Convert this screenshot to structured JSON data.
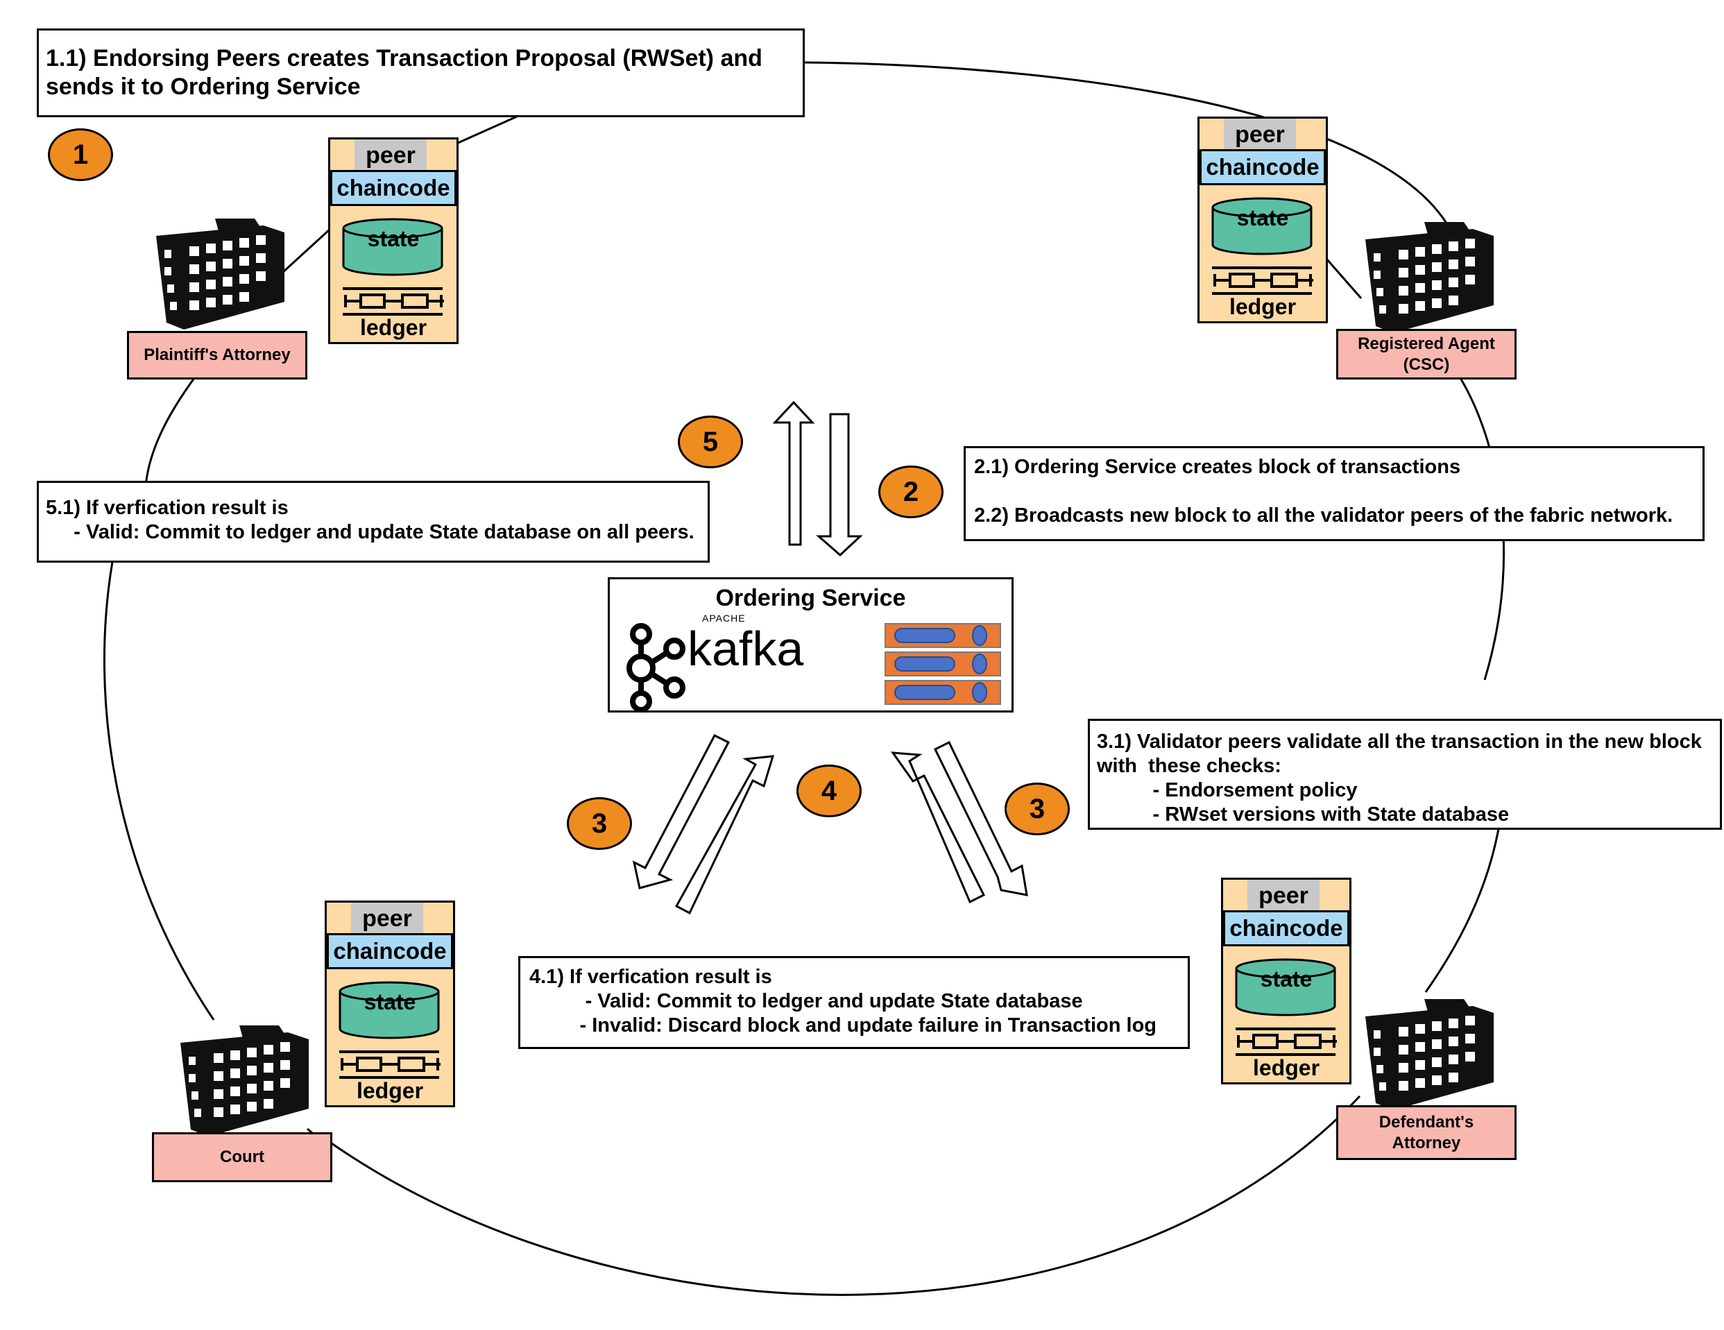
{
  "colors": {
    "badge": "#ef8c20",
    "entity_label_bg": "#f8b8b0",
    "peer_bg": "#fddaa6",
    "chaincode_bg": "#a9d9f5",
    "state_db": "#5bbfa4",
    "peer_tag_bg": "#c8c8c8",
    "server_rack": "#ea7a36",
    "server_drive": "#4a72c8"
  },
  "steps": [
    {
      "number": "1"
    },
    {
      "number": "2"
    },
    {
      "number": "3"
    },
    {
      "number": "3"
    },
    {
      "number": "4"
    },
    {
      "number": "5"
    }
  ],
  "notes": {
    "step_1_1": [
      "1.1) Endorsing Peers creates Transaction Proposal (RWSet) and",
      "sends it to Ordering Service"
    ],
    "step_2": [
      "2.1) Ordering Service creates block of transactions",
      "",
      "2.2) Broadcasts new block to all the validator peers of the fabric network."
    ],
    "step_3_1": [
      "3.1) Validator peers validate all the transaction in the new block",
      "with  these checks:",
      "          - Endorsement policy",
      "          - RWset versions with State database"
    ],
    "step_4_1": [
      "4.1) If verfication result is",
      "          - Valid: Commit to ledger and update State database",
      "         - Invalid: Discard block and update failure in Transaction log"
    ],
    "step_5_1": [
      "5.1) If verfication result is",
      "     - Valid: Commit to ledger and update State database on all peers."
    ]
  },
  "entities": [
    {
      "name": "Plaintiff's Attorney"
    },
    {
      "name": "Registered Agent\n(CSC)"
    },
    {
      "name": "Court"
    },
    {
      "name": "Defendant's\nAttorney"
    }
  ],
  "peer_node": {
    "tag": "peer",
    "chaincode": "chaincode",
    "state": "state",
    "ledger": "ledger"
  },
  "ordering_service": {
    "title": "Ordering Service",
    "logo_small": "APACHE",
    "logo_word": "kafka"
  },
  "icons": [
    "office-building-icon",
    "database-cylinder-icon",
    "blockchain-ledger-icon",
    "kafka-logo-icon",
    "server-rack-icon",
    "arrow-up-icon",
    "arrow-down-icon"
  ]
}
